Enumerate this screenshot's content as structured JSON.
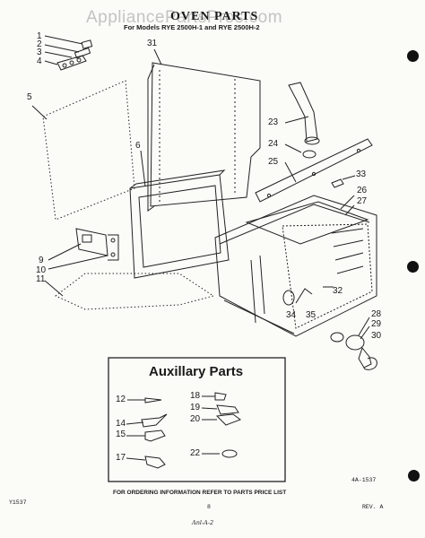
{
  "watermark": "AppliancePartsPros.com",
  "title": "OVEN PARTS",
  "subtitle": "For Models RYE 2500H-1 and RYE 2500H-2",
  "aux_title": "Auxillary Parts",
  "footer": "FOR ORDERING INFORMATION REFER TO PARTS PRICE LIST",
  "bottom_left": "Y1537",
  "bottom_center": "8",
  "bottom_right": "REV. A",
  "diagram_code": "4A-1537",
  "handwritten_mark": "Anl-A-2",
  "callouts": {
    "c1": "1",
    "c2": "2",
    "c3": "3",
    "c4": "4",
    "c5": "5",
    "c6": "6",
    "c9": "9",
    "c10": "10",
    "c11": "11",
    "c12": "12",
    "c14": "14",
    "c15": "15",
    "c17": "17",
    "c18": "18",
    "c19": "19",
    "c20": "20",
    "c22": "22",
    "c23": "23",
    "c24": "24",
    "c25": "25",
    "c26": "26",
    "c27": "27",
    "c28": "28",
    "c29": "29",
    "c30": "30",
    "c31": "31",
    "c32": "32",
    "c33": "33",
    "c34": "34",
    "c35": "35"
  }
}
